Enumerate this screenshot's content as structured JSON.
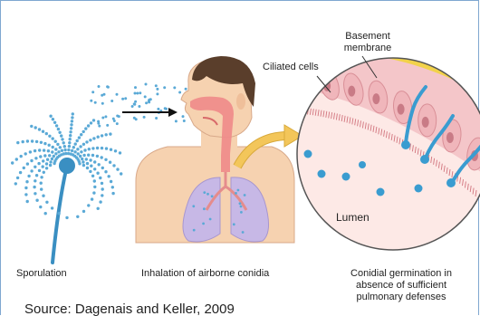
{
  "labels": {
    "sporulation": "Sporulation",
    "inhalation": "Inhalation of airborne conidia",
    "germination": "Conidial germination in absence of sufficient pulmonary defenses",
    "ciliated_cells": "Ciliated cells",
    "basement_membrane": "Basement membrane",
    "lumen": "Lumen"
  },
  "source": "Source: Dagenais and Keller, 2009",
  "colors": {
    "conidia": "#5aa9d6",
    "fungus": "#3a8fc2",
    "skin": "#f6d2b0",
    "hair": "#5a3e2b",
    "lung": "#c7b8e6",
    "airway": "#f08a8a",
    "arrow_curved": "#f3c65a",
    "cell": "#f4c6c9",
    "membrane": "#f2d24a",
    "hypha": "#3a9cd0"
  }
}
